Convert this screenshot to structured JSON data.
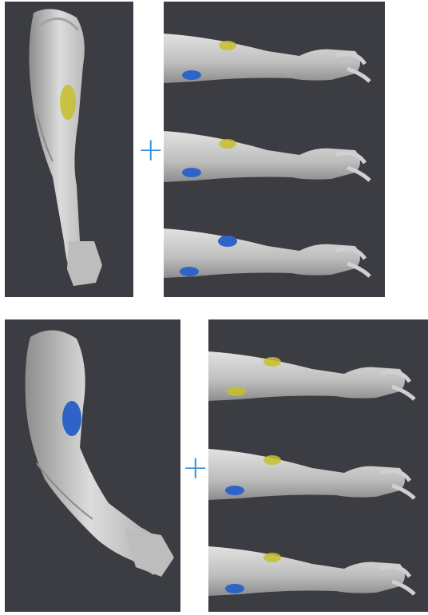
{
  "colors": {
    "panel_bg": "#3c3d42",
    "skin": "#c9c9c9",
    "skin_shadow": "#9a9a9a",
    "marker_yellow": "#c6bf2a",
    "marker_blue": "#2f63c8",
    "plus": "#3a8fd8"
  },
  "top_group": {
    "upper_arm_marker": "yellow",
    "plus_symbol": "+",
    "variants": [
      {
        "upper_marker": "yellow",
        "lower_marker": "blue"
      },
      {
        "upper_marker": "yellow",
        "lower_marker": "blue"
      },
      {
        "upper_marker": "blue",
        "lower_marker": "blue"
      }
    ]
  },
  "bottom_group": {
    "upper_arm_marker": "blue",
    "plus_symbol": "+",
    "variants": [
      {
        "upper_marker": "yellow",
        "lower_marker": "yellow"
      },
      {
        "upper_marker": "yellow",
        "lower_marker": "blue"
      },
      {
        "upper_marker": "yellow",
        "lower_marker": "blue"
      }
    ]
  }
}
